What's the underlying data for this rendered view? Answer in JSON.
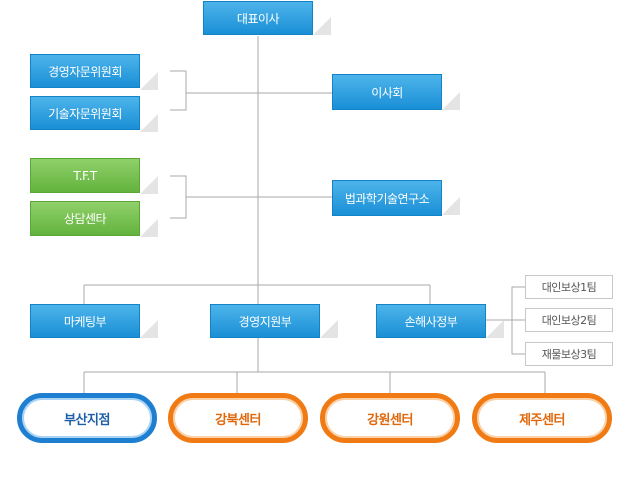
{
  "chart": {
    "ceo": "대표이사",
    "advisory": [
      "경영자문위원회",
      "기술자문위원회"
    ],
    "board": "이사회",
    "teams": [
      "T.F.T",
      "상담센타"
    ],
    "institute": "법과학기술연구소",
    "departments": {
      "marketing": "마케팅부",
      "management": "경영지원부",
      "damage": "손해사정부"
    },
    "sub_teams": [
      "대인보상1팀",
      "대인보상2팀",
      "재물보상3팀"
    ],
    "branches": [
      "부산지점",
      "강북센터",
      "강원센터",
      "제주센터"
    ]
  },
  "colors": {
    "blue_box": "#1a8fd6",
    "green_box": "#63b33e",
    "branch_blue": "#1e7fd1",
    "branch_orange": "#f07a14",
    "line": "#aaaaaa"
  }
}
